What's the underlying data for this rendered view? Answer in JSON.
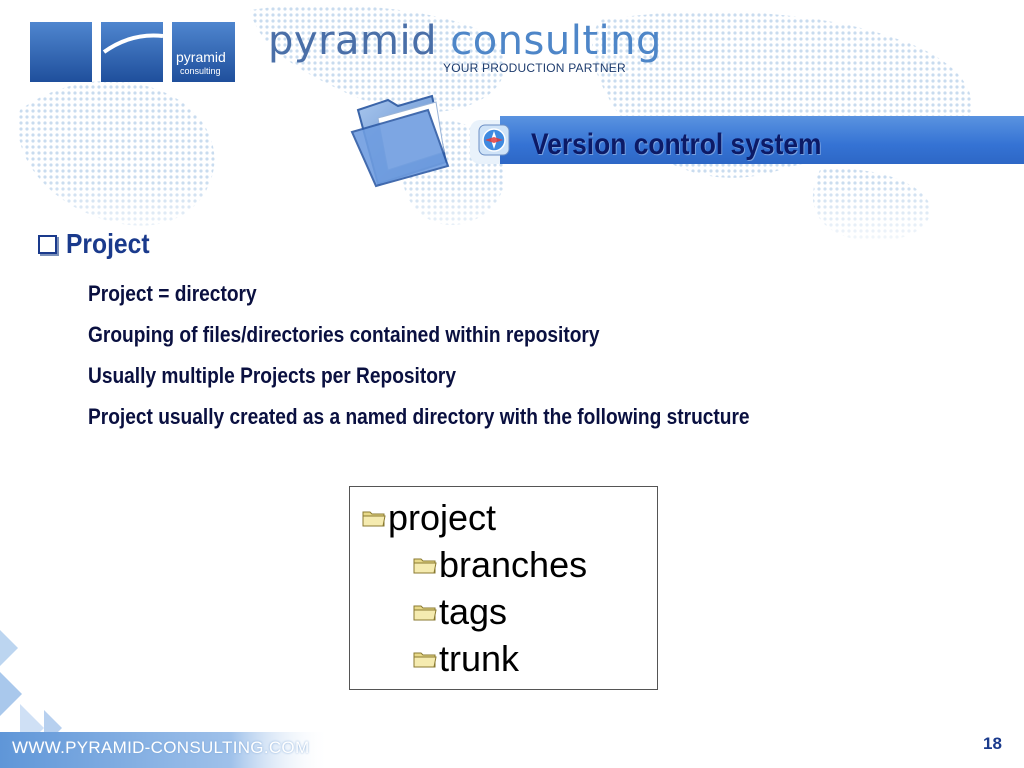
{
  "header": {
    "brand": "pyramid consulting",
    "brand_part1": "pyramid",
    "brand_part2": "consulting",
    "tagline": "YOUR PRODUCTION PARTNER",
    "logo_word_top": "pyramid",
    "logo_word_bottom": "consulting"
  },
  "slide": {
    "title": "Version control system",
    "section_title": "Project",
    "bullets": [
      "Project = directory",
      "Grouping of files/directories contained within repository",
      "Usually multiple Projects per Repository",
      "Project usually created as a named directory with the following structure"
    ]
  },
  "tree": {
    "root": "project",
    "children": [
      "branches",
      "tags",
      "trunk"
    ]
  },
  "footer": {
    "url": "WWW.PYRAMID-CONSULTING.COM",
    "page_number": "18"
  },
  "icons": {
    "header_illustration": "folder-icon",
    "title_badge": "compass-icon",
    "section_marker": "checkbox-icon",
    "tree_item": "folder-icon"
  },
  "colors": {
    "title_bar": "#3573d4",
    "title_text": "#0c1a66",
    "heading_text": "#1a3a8c",
    "body_text": "#0a1040",
    "brand_text": "#4a6fa8"
  }
}
